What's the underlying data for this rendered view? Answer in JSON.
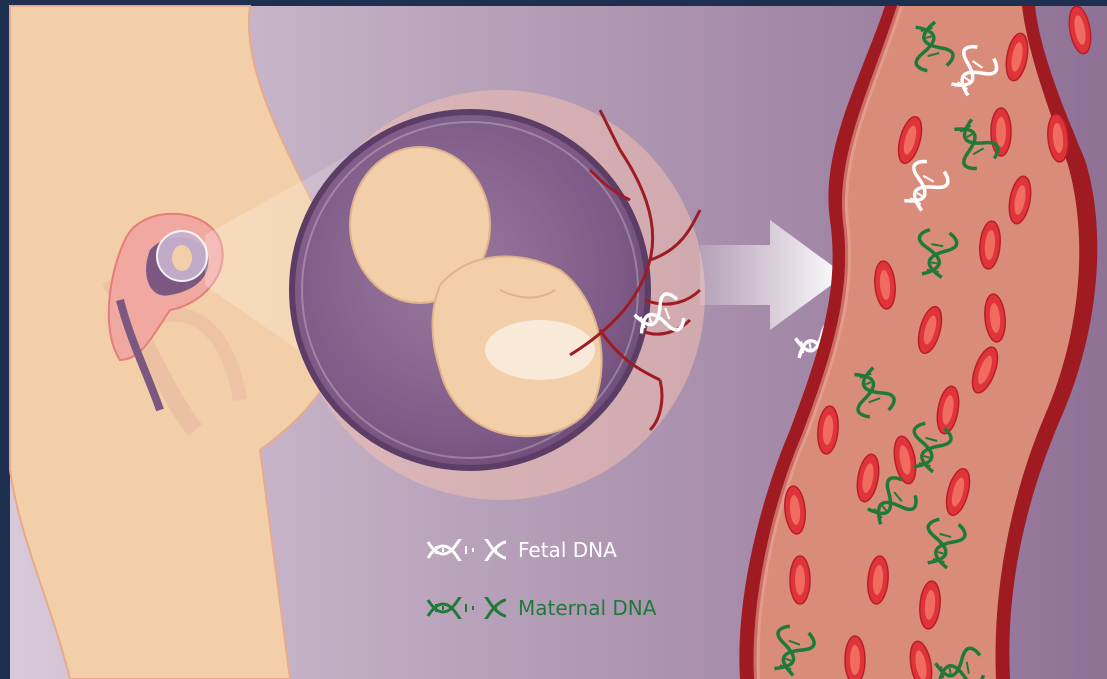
{
  "legend": {
    "fetal_label": "Fetal DNA",
    "maternal_label": "Maternal DNA"
  },
  "colors": {
    "background": "#1f2f4f",
    "panel": "#a68ba9",
    "skin": "#f2cfa8",
    "vessel_wall": "#b8262a",
    "vessel_blood": "#d98c7a",
    "red_cell": "#e0343a",
    "fetal_dna": "#ffffff",
    "maternal_dna": "#1f7a3a"
  },
  "icons": {
    "fetal_dna": "dna-helix-white",
    "maternal_dna": "dna-helix-green",
    "flow": "arrow-right"
  }
}
